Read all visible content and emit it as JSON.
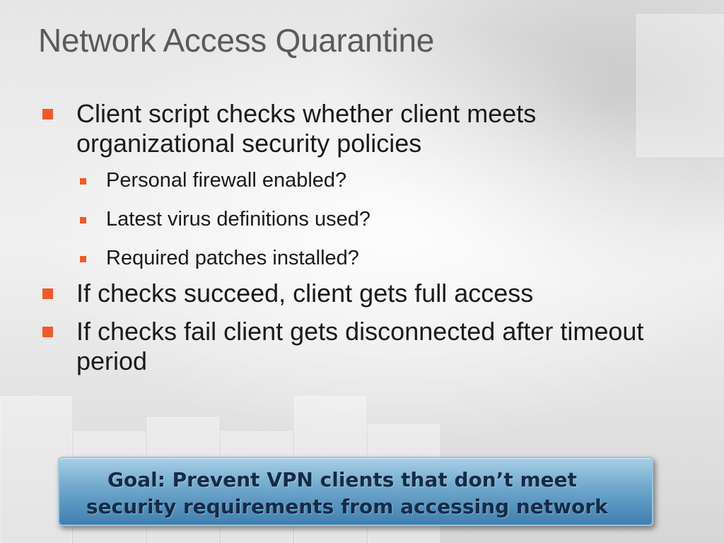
{
  "slide": {
    "title": "Network Access Quarantine",
    "bullets": [
      {
        "text": "Client script checks whether client meets organizational security policies",
        "sub_bullets": [
          "Personal firewall enabled?",
          "Latest virus definitions used?",
          "Required patches installed?"
        ]
      },
      {
        "text": "If checks succeed, client gets full access"
      },
      {
        "text": "If checks fail client gets disconnected after timeout period"
      }
    ],
    "goal": {
      "line1": "Goal: Prevent VPN clients that don’t meet",
      "line2": "security requirements from accessing network"
    },
    "colors": {
      "bullet": "#f05a2a",
      "title": "#5a5a5a",
      "goal_box": "#5f99c2",
      "goal_text": "#152b46"
    }
  }
}
